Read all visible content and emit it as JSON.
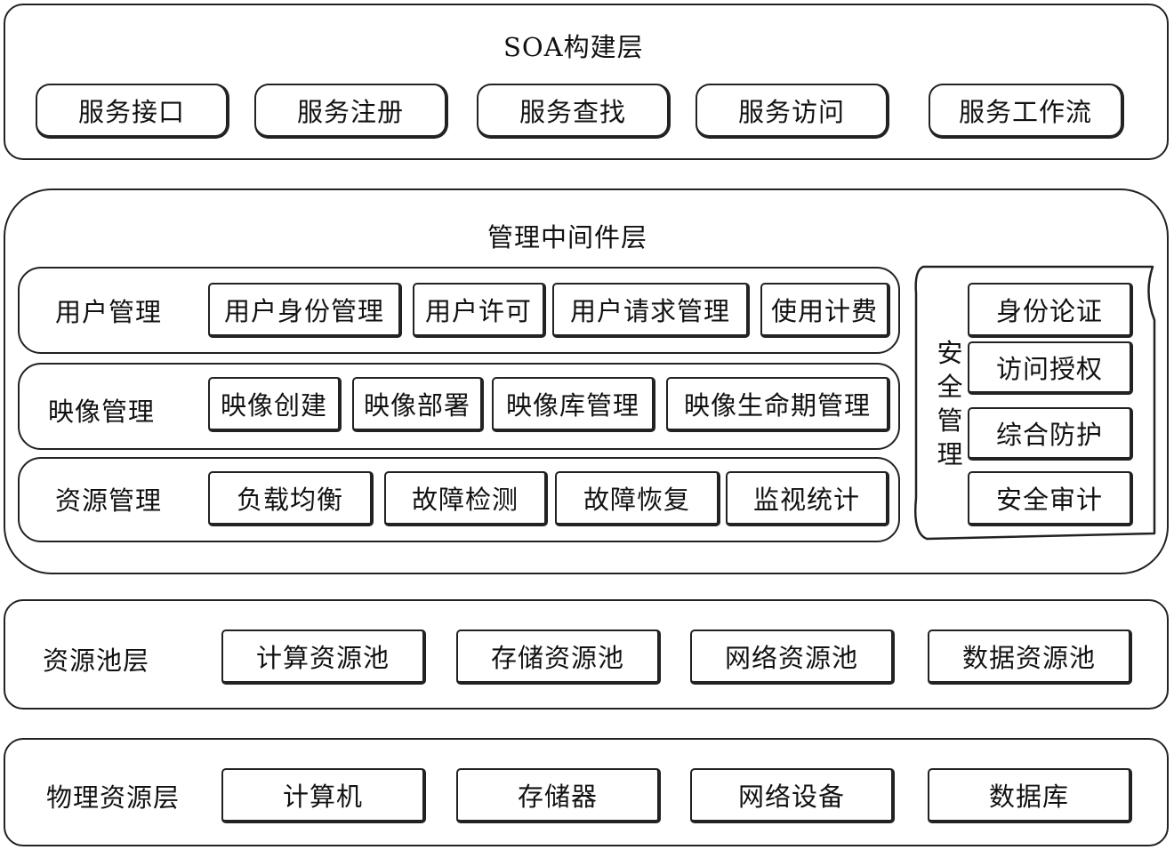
{
  "soa_layer": {
    "title": "SOA构建层",
    "items": [
      "服务接口",
      "服务注册",
      "服务查找",
      "服务访问",
      "服务工作流"
    ]
  },
  "middleware_layer": {
    "title": "管理中间件层",
    "user_mgmt": {
      "title": "用户管理",
      "items": [
        "用户身份管理",
        "用户许可",
        "用户请求管理",
        "使用计费"
      ]
    },
    "image_mgmt": {
      "title": "映像管理",
      "items": [
        "映像创建",
        "映像部署",
        "映像库管理",
        "映像生命期管理"
      ]
    },
    "resource_mgmt": {
      "title": "资源管理",
      "items": [
        "负载均衡",
        "故障检测",
        "故障恢复",
        "监视统计"
      ]
    },
    "security_mgmt": {
      "title": "安全管理",
      "items": [
        "身份论证",
        "访问授权",
        "综合防护",
        "安全审计"
      ]
    }
  },
  "pool_layer": {
    "title": "资源池层",
    "items": [
      "计算资源池",
      "存储资源池",
      "网络资源池",
      "数据资源池"
    ]
  },
  "physical_layer": {
    "title": "物理资源层",
    "items": [
      "计算机",
      "存储器",
      "网络设备",
      "数据库"
    ]
  }
}
